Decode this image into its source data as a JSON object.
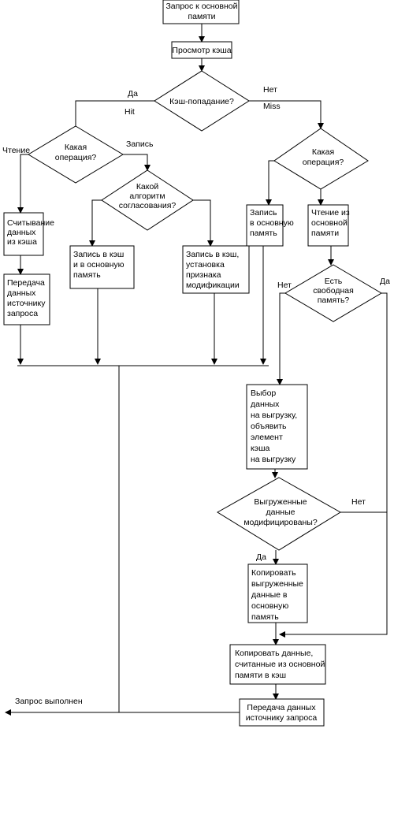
{
  "start": [
    "Запрос к основной",
    "памяти"
  ],
  "cache_view": [
    "Просмотр кэша"
  ],
  "cache_hit_question": [
    "Кэш-попадание?"
  ],
  "hit_yes": "Да",
  "hit_label": "Hit",
  "miss_no": "Нет",
  "miss_label": "Miss",
  "operation_question_left": [
    "Какая",
    "операция?"
  ],
  "read_label": "Чтение",
  "write_label": "Запись",
  "coherence_question": [
    "Какой",
    "алгоритм",
    "согласования?"
  ],
  "read_from_cache": [
    "Считывание",
    "данных",
    "из кэша"
  ],
  "pass_to_source_left": [
    "Передача",
    "данных",
    "источнику",
    "запроса"
  ],
  "write_cache_and_memory": [
    "Запись в кэш",
    "и в основную",
    "память"
  ],
  "write_cache_set_flag": [
    "Запись в кэш,",
    "установка",
    "признака",
    "модификации"
  ],
  "operation_question_right": [
    "Какая",
    "операция?"
  ],
  "write_to_memory": [
    "Запись",
    "в основную",
    "память"
  ],
  "read_from_memory": [
    "Чтение из",
    "основной",
    "памяти"
  ],
  "free_memory_question": [
    "Есть",
    "свободная",
    "память?"
  ],
  "free_no": "Нет",
  "free_yes": "Да",
  "select_eviction": [
    "Выбор",
    "данных",
    "на выгрузку,",
    "объявить",
    "элемент",
    "кэша",
    "на выгрузку"
  ],
  "modified_question": [
    "Выгруженные",
    "данные",
    "модифицированы?"
  ],
  "modified_no": "Нет",
  "modified_yes": "Да",
  "copy_evicted": [
    "Копировать",
    "выгруженные",
    "данные в",
    "основную",
    "память"
  ],
  "copy_read_data": [
    "Копировать данные,",
    "считанные из основной",
    "памяти в кэш"
  ],
  "pass_to_source_final": [
    "Передача данных",
    "источнику запроса"
  ],
  "request_done": "Запрос выполнен"
}
